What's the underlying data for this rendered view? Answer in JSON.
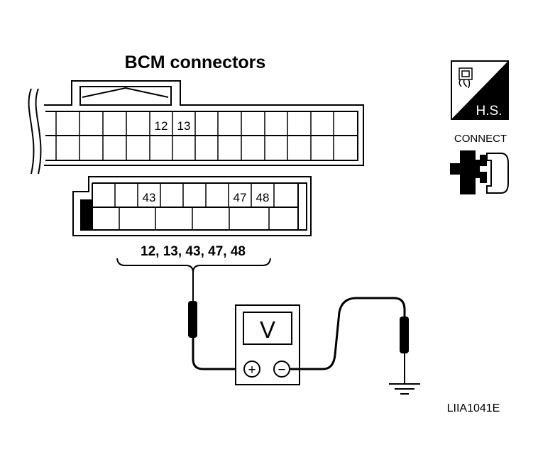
{
  "title": "BCM connectors",
  "connector_top": {
    "pin_labels": [
      "12",
      "13"
    ]
  },
  "connector_bottom": {
    "pin_labels": [
      "43",
      "47",
      "48"
    ]
  },
  "pin_list": "12, 13, 43, 47, 48",
  "voltmeter": {
    "display": "V",
    "plus_symbol": "+",
    "minus_symbol": "−"
  },
  "hs_badge": {
    "label": "H.S.",
    "icon": "harness-side-connector-icon"
  },
  "connect_badge": {
    "label": "CONNECT",
    "icon": "connected-connector-icon"
  },
  "ground_icon": "ground-symbol-icon",
  "figure_id": "LIIA1041E"
}
